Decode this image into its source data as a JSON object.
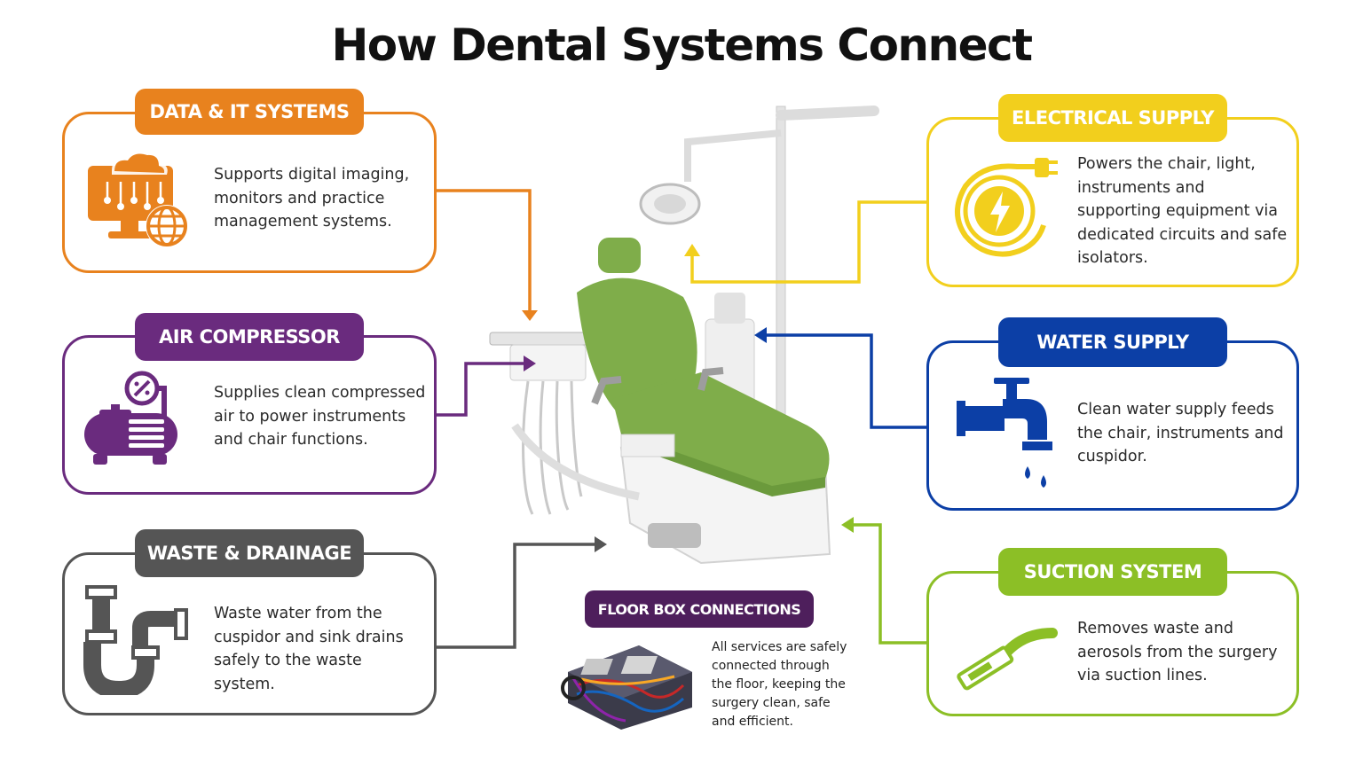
{
  "title": "How Dental Systems Connect",
  "colors": {
    "data": "#e8821e",
    "air": "#6a2b7e",
    "waste": "#555555",
    "electrical": "#f2cf1d",
    "water": "#0c3fa6",
    "suction": "#8cbf26",
    "floor": "#4e1f5c",
    "chair_green": "#7fad4a"
  },
  "boxes": {
    "data": {
      "label": "DATA & IT SYSTEMS",
      "text": "Supports digital imaging, monitors and practice management systems.",
      "icon": "computer-cloud-globe-icon"
    },
    "air": {
      "label": "AIR COMPRESSOR",
      "text": "Supplies clean compressed air to power instruments and chair functions.",
      "icon": "air-compressor-icon"
    },
    "waste": {
      "label": "WASTE & DRAINAGE",
      "text": "Waste water from the cuspidor and sink drains safely to the waste system.",
      "icon": "drain-pipe-icon"
    },
    "electrical": {
      "label": "ELECTRICAL SUPPLY",
      "text": "Powers the chair, light, instruments and supporting equipment via dedicated circuits and safe isolators.",
      "icon": "power-plug-icon"
    },
    "water": {
      "label": "WATER SUPPLY",
      "text": "Clean water supply feeds the chair, instruments and cuspidor.",
      "icon": "water-tap-icon"
    },
    "suction": {
      "label": "SUCTION SYSTEM",
      "text": "Removes waste and aerosols from the surgery via suction lines.",
      "icon": "suction-tip-icon"
    }
  },
  "floor": {
    "label": "FLOOR BOX CONNECTIONS",
    "text": "All services are safely connected through the floor, keeping the surgery clean, safe and efficient."
  }
}
